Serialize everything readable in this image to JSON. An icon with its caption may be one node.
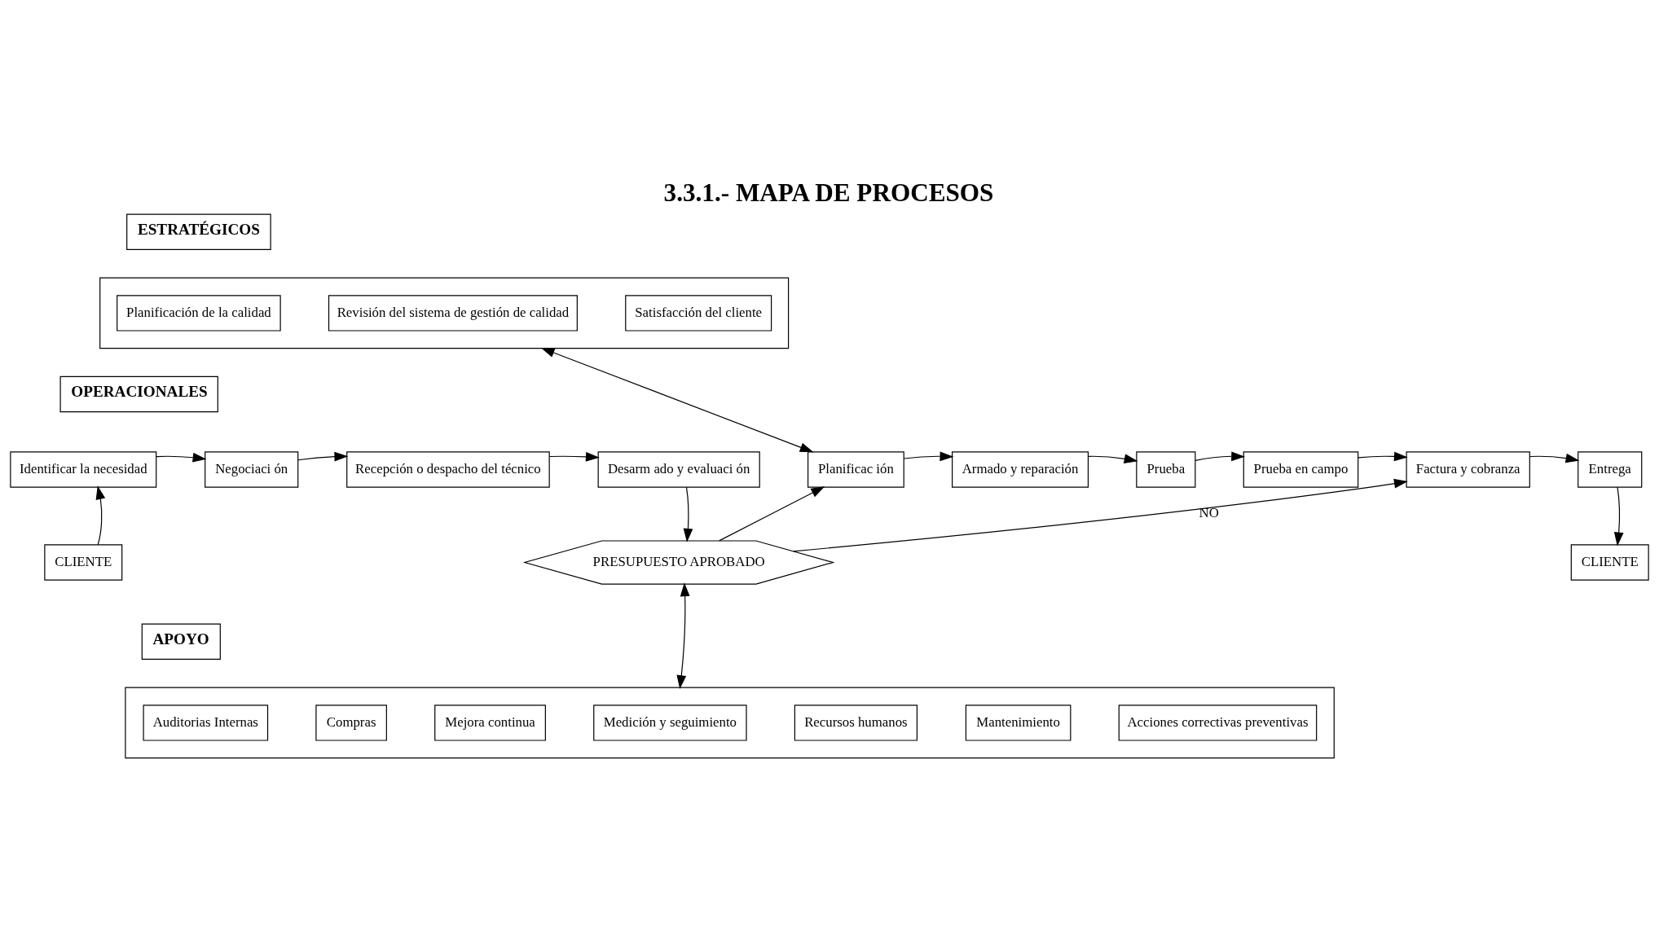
{
  "diagram": {
    "title": "3.3.1.- MAPA DE PROCESOS",
    "nodes": [
      {
        "text": [
          "ESTRATÉGICOS"
        ]
      },
      {
        "text": [],
        "shape": "box"
      },
      {
        "text": [
          "Planificación de la calidad"
        ],
        "in": 1
      },
      {
        "text": [
          "Revisión del sistema de gestión de calidad"
        ],
        "in": 1
      },
      {
        "text": [
          "Satisfacción del cliente"
        ],
        "in": 1
      },
      {
        "text": [
          "OPERACIONALES"
        ]
      },
      {
        "text": [
          "Identificar la necesidad"
        ]
      },
      {
        "text": [
          "Negociaci ón"
        ]
      },
      {
        "text": [
          "Recepción o despacho del técnico"
        ]
      },
      {
        "text": [
          "Desarm ado y evaluaci ón"
        ]
      },
      {
        "text": [
          "Planificac ión"
        ]
      },
      {
        "text": [
          "Armado y reparación"
        ]
      },
      {
        "text": [
          "Prueba"
        ]
      },
      {
        "text": [
          "Prueba en campo"
        ]
      },
      {
        "text": [
          "Factura y cobranza"
        ]
      },
      {
        "text": [
          "Entrega"
        ]
      },
      {
        "text": [
          "CLIENTE"
        ]
      },
      {
        "text": [
          "PRESUPUESTO APROBADO"
        ]
      },
      {
        "text": [
          "CLIENTE"
        ]
      },
      {
        "text": [
          "APOYO"
        ]
      },
      {
        "text": [],
        "shape": "box"
      },
      {
        "text": [
          "Auditorias Internas"
        ],
        "in": 20
      },
      {
        "text": [
          "Compras"
        ],
        "in": 20
      },
      {
        "text": [
          "Mejora continua"
        ],
        "in": 20
      },
      {
        "text": [
          "Medición y seguimiento"
        ],
        "in": 20
      },
      {
        "text": [
          "Recursos humanos"
        ],
        "in": 20
      },
      {
        "text": [
          "Mantenimiento"
        ],
        "in": 20
      },
      {
        "text": [
          "Acciones correctivas preventivas"
        ],
        "in": 20
      }
    ],
    "edges": [
      {
        "from": 6,
        "to": 7,
        "arrow": "to"
      },
      {
        "from": 7,
        "to": 8,
        "arrow": "to"
      },
      {
        "from": 8,
        "to": 9,
        "arrow": "to"
      },
      {
        "from": 10,
        "to": 11,
        "arrow": "to"
      },
      {
        "from": 11,
        "to": 12,
        "arrow": "to"
      },
      {
        "from": 12,
        "to": 13,
        "arrow": "to"
      },
      {
        "from": 13,
        "to": 14,
        "arrow": "to"
      },
      {
        "from": 14,
        "to": 15,
        "arrow": "to"
      },
      {
        "from": 16,
        "to": 6,
        "arrow": "to"
      },
      {
        "from": 9,
        "to": 17,
        "arrow": "to"
      },
      {
        "from": 17,
        "to": 10,
        "arrow": "to"
      },
      {
        "from": 17,
        "to": 14,
        "label": "NO",
        "arrow": "to"
      },
      {
        "from": 15,
        "to": 18,
        "arrow": "to"
      },
      {
        "from": 10,
        "to": 1,
        "arrow": "both"
      },
      {
        "from": 17,
        "to": 20,
        "arrow": "both"
      }
    ]
  }
}
